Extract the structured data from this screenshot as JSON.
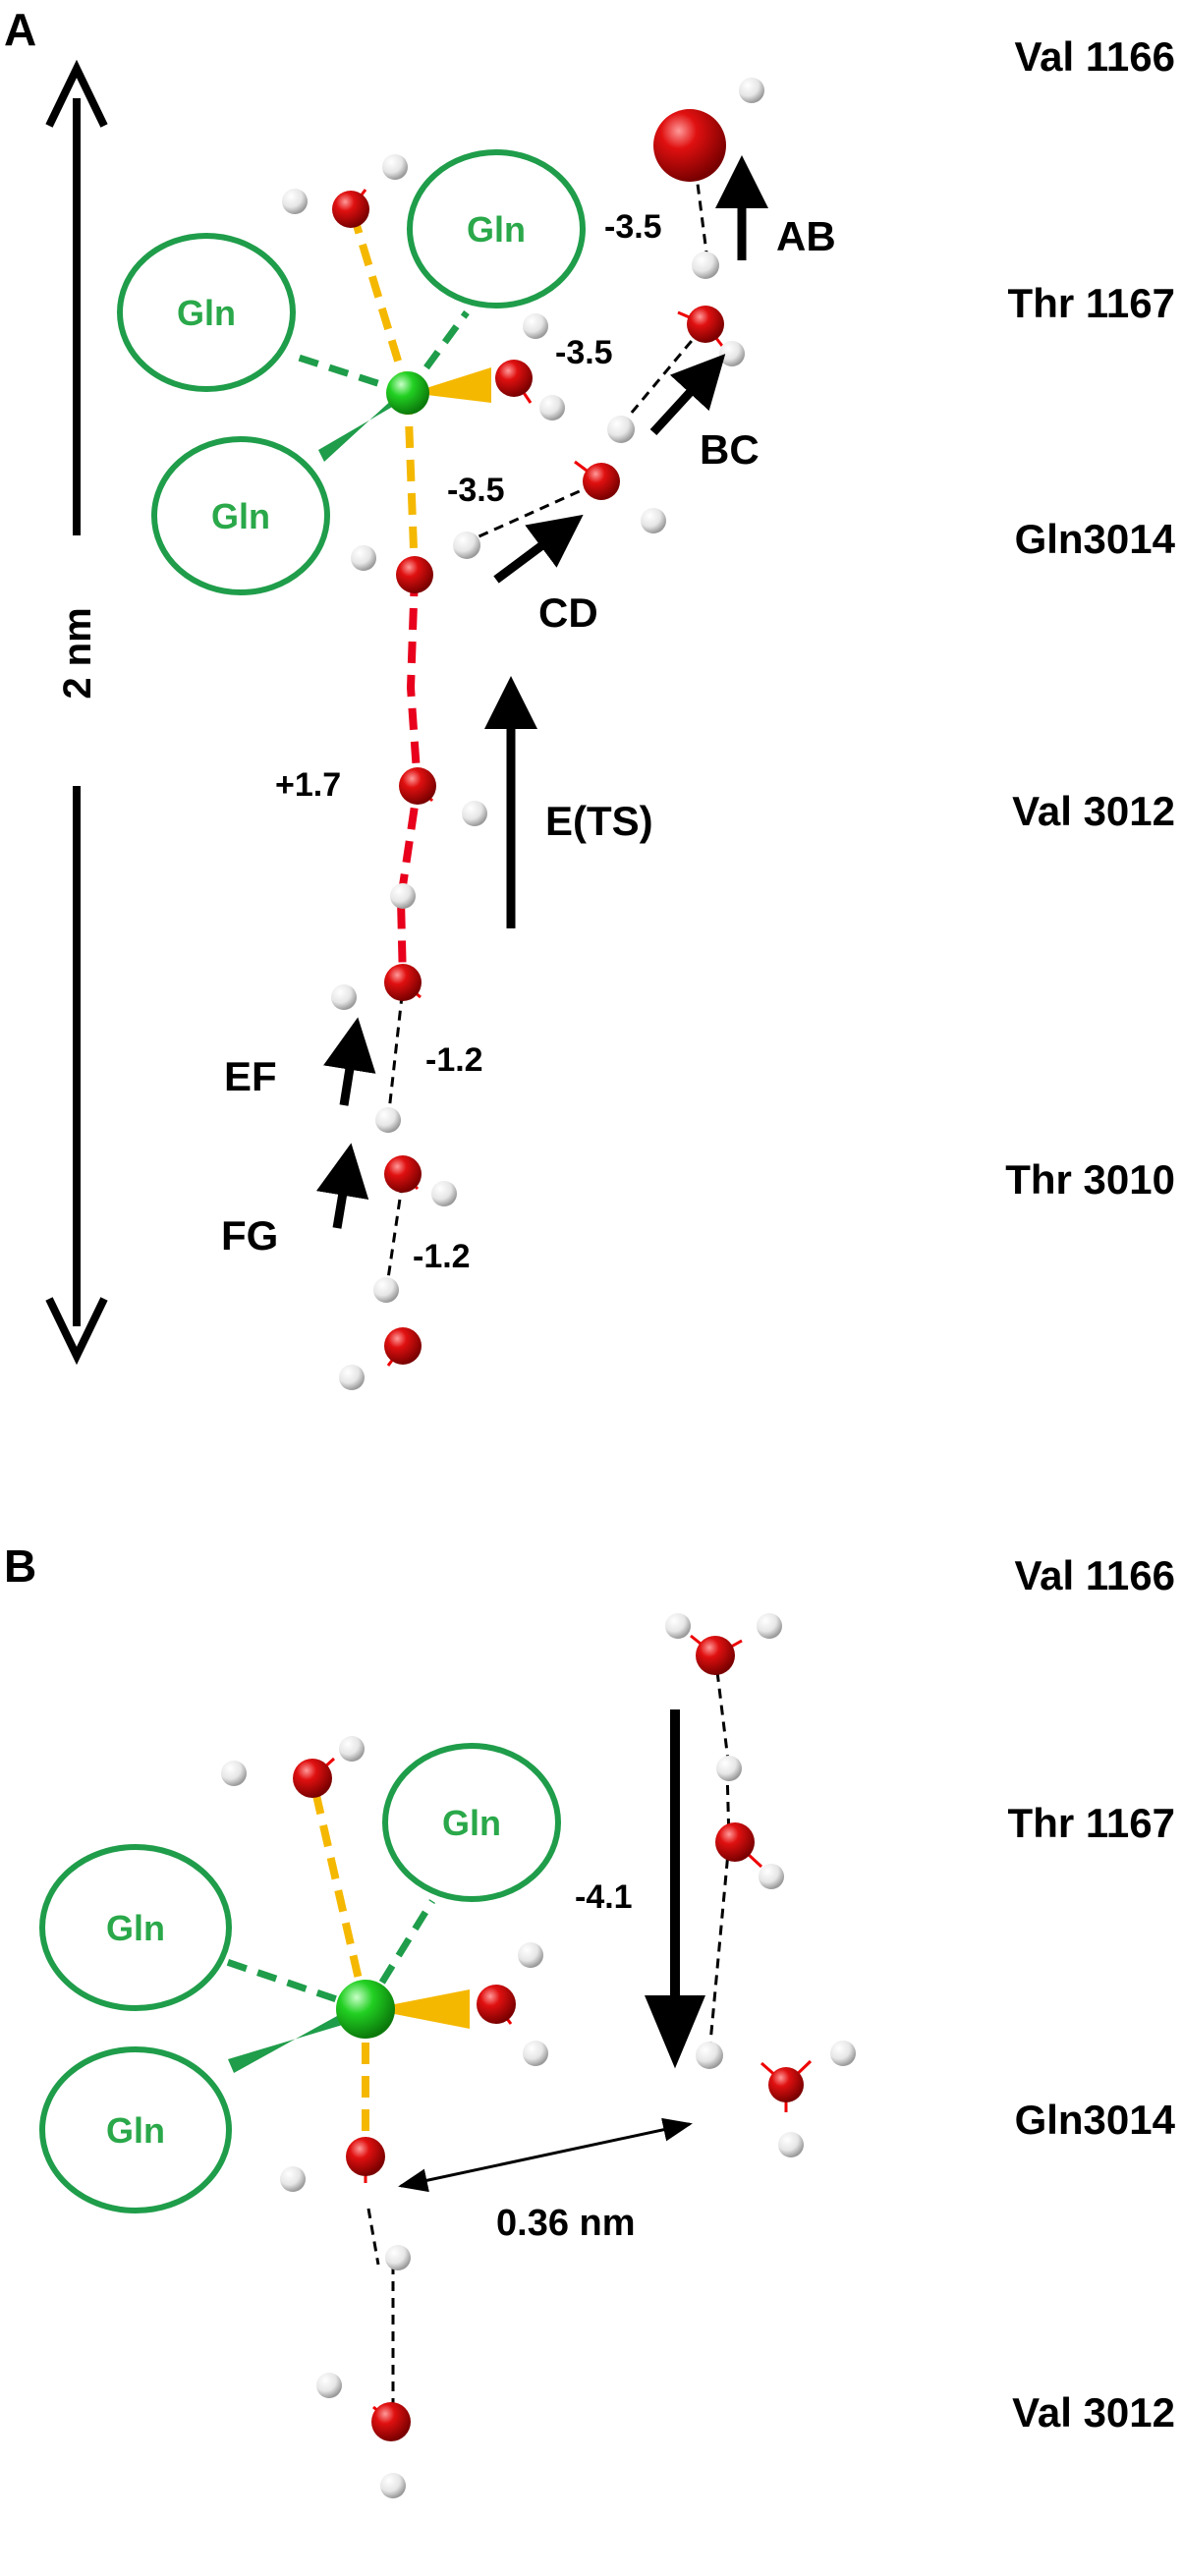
{
  "colors": {
    "ion": "#1fc81f",
    "oxygen": "#d40000",
    "hydrogen": "#f2f2f2",
    "coordination_orange": "#f5b800",
    "coordination_green": "#1f9d4a",
    "barrier_red": "#e8001c",
    "text": "#000000",
    "gln_text": "#2aa84a"
  },
  "panel_a": {
    "label": "A",
    "scale_label": "2 nm",
    "residues": [
      "Val 1166",
      "Thr 1167",
      "Gln3014",
      "Val 3012",
      "Thr 3010"
    ],
    "gln_labels": [
      "Gln",
      "Gln",
      "Gln"
    ],
    "steps": {
      "ab": "AB",
      "bc": "BC",
      "cd": "CD",
      "ets": "E(TS)",
      "ef": "EF",
      "fg": "FG"
    },
    "energies": {
      "ab": "-3.5",
      "bc": "-3.5",
      "cd": "-3.5",
      "ets": "+1.7",
      "ef": "-1.2",
      "fg": "-1.2"
    }
  },
  "panel_b": {
    "label": "B",
    "residues": [
      "Val 1166",
      "Thr 1167",
      "Gln3014",
      "Val 3012"
    ],
    "gln_labels": [
      "Gln",
      "Gln",
      "Gln"
    ],
    "energy": "-4.1",
    "distance_label": "0.36 nm"
  }
}
